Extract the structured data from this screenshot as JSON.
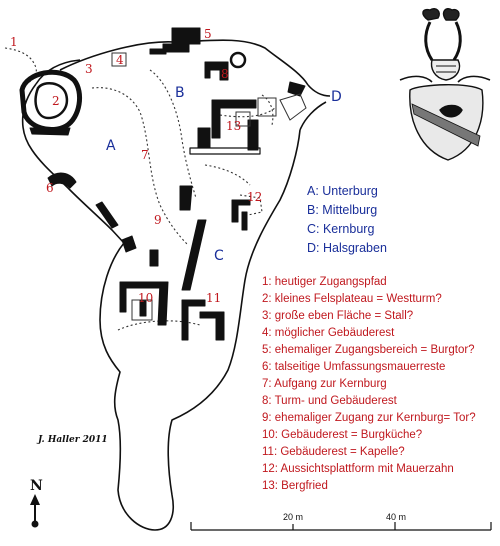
{
  "zones": {
    "A": "A",
    "B": "B",
    "C": "C",
    "D": "D"
  },
  "markers": [
    "1",
    "2",
    "3",
    "4",
    "5",
    "6",
    "7",
    "8",
    "9",
    "10",
    "11",
    "12",
    "13"
  ],
  "legend_zones": [
    "A: Unterburg",
    "B: Mittelburg",
    "C: Kernburg",
    "D: Halsgraben"
  ],
  "legend_items": [
    "1: heutiger Zugangspfad",
    "2: kleines Felsplateau = Westturm?",
    "3: große eben Fläche = Stall?",
    "4: möglicher Gebäuderest",
    "5: ehemaliger Zugangsbereich = Burgtor?",
    "6: talseitige Umfassungsmauerreste",
    "7: Aufgang zur Kernburg",
    "8: Turm- und Gebäuderest",
    "9: ehemaliger Zugang zur Kernburg= Tor?",
    "10: Gebäuderest = Burgküche?",
    "11: Gebäuderest = Kapelle?",
    "12: Aussichtsplattform mit Mauerzahn",
    "13: Bergfried"
  ],
  "signature": "J. Haller 2011",
  "north_label": "N",
  "scale_labels": [
    "20 m",
    "40 m"
  ],
  "colors": {
    "red": "#c0181e",
    "blue": "#1a2f9a",
    "wall": "#111111"
  },
  "icons": [
    "coat-of-arms-icon",
    "north-arrow-icon"
  ]
}
